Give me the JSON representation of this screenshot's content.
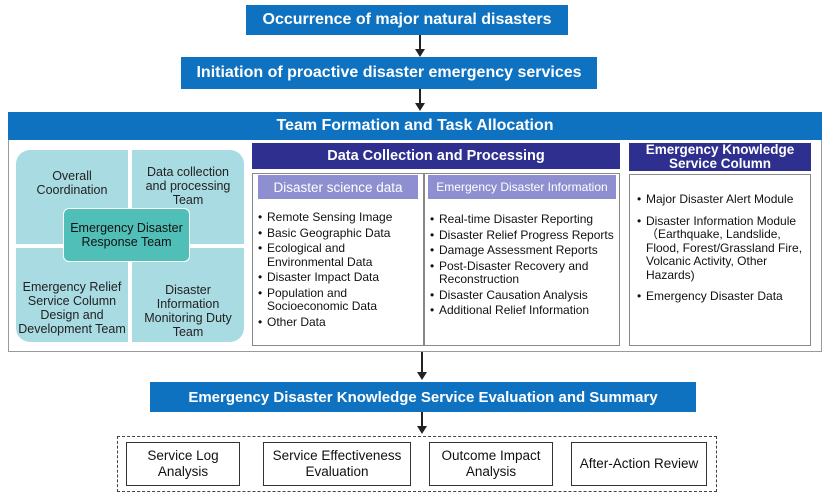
{
  "top": {
    "occurrence": "Occurrence of major natural disasters",
    "initiation": "Initiation of proactive disaster emergency services"
  },
  "team": {
    "title": "Team Formation and Task Allocation",
    "overall": "Overall Coordination",
    "data_collection": "Data collection and processing Team",
    "center": "Emergency Disaster Response Team",
    "relief": "Emergency Relief Service Column Design and Development Team",
    "monitoring": "Disaster Information Monitoring Duty Team"
  },
  "processing": {
    "title": "Data Collection and Processing",
    "science": {
      "title": "Disaster science data",
      "items": [
        "Remote Sensing Image",
        "Basic Geographic Data",
        "Ecological and Environmental Data",
        "Disaster Impact Data",
        "Population and Socioeconomic Data",
        "Other Data"
      ]
    },
    "info": {
      "title": "Emergency Disaster Information",
      "items": [
        "Real-time Disaster Reporting",
        "Disaster Relief Progress Reports",
        "Damage Assessment Reports",
        "Post-Disaster Recovery and Reconstruction",
        "Disaster Causation Analysis",
        "Additional Relief Information"
      ]
    }
  },
  "knowledge": {
    "title": "Emergency Knowledge Service Column",
    "items": [
      "Major Disaster Alert Module",
      "Disaster Information Module（Earthquake, Landslide, Flood, Forest/Grassland Fire, Volcanic Activity, Other Hazards)",
      "Emergency Disaster Data"
    ]
  },
  "evaluation": {
    "title": "Emergency Disaster Knowledge Service Evaluation and Summary",
    "boxes": [
      "Service Log Analysis",
      "Service Effectiveness Evaluation",
      "Outcome Impact Analysis",
      "After-Action Review"
    ]
  },
  "colors": {
    "blue": "#0e72c1",
    "navy": "#2e2f8f",
    "lavender": "#8e8fd0",
    "teal": "#a9dbe2",
    "teal_center": "#4fbfb8"
  }
}
